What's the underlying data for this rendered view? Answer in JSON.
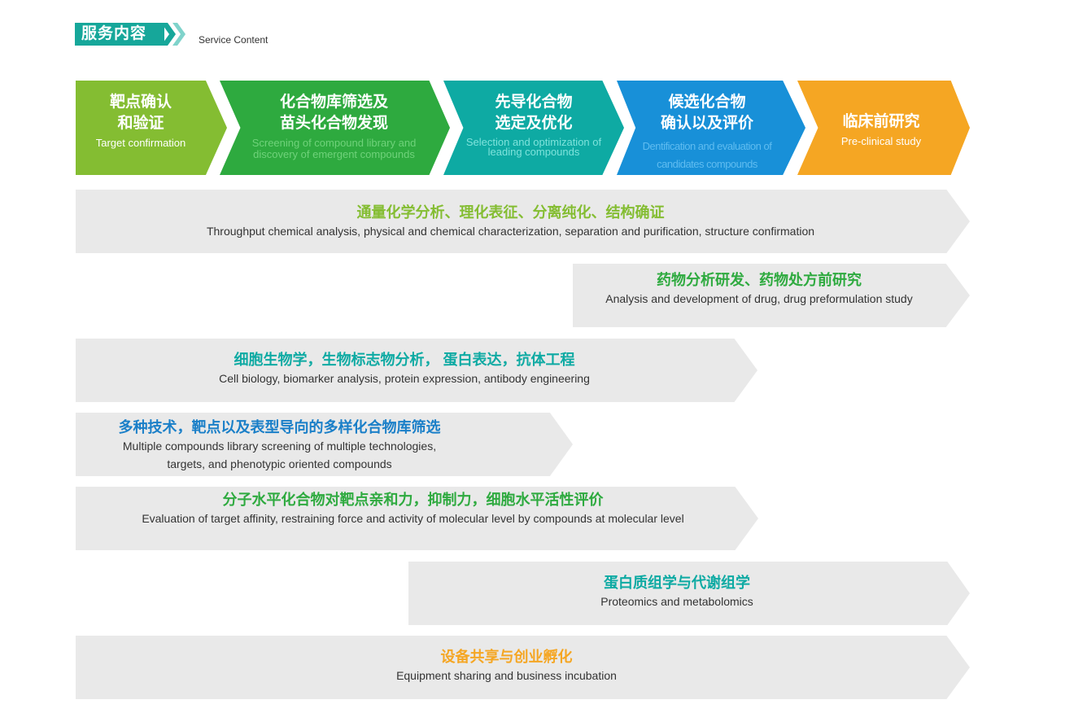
{
  "header": {
    "title": "服务内容",
    "subtitle": "Service Content"
  },
  "colors": {
    "teal": "#16a79a",
    "lime": "#84bd32",
    "green": "#2eaa3f",
    "cyan": "#0eaaa3",
    "blue": "#1890d8",
    "orange": "#f5a623",
    "bar_gray": "#e9e9e9"
  },
  "stages": [
    {
      "cn_line1": "靶点确认",
      "cn_line2": "和验证",
      "en": "Target confirmation"
    },
    {
      "cn_line1": "化合物库筛选及",
      "cn_line2": "苗头化合物发现",
      "en": "Screening of compound library and discovery of emergent compounds"
    },
    {
      "cn_line1": "先导化合物",
      "cn_line2": "选定及优化",
      "en": "Selection and optimization of leading compounds"
    },
    {
      "cn_line1": "候选化合物",
      "cn_line2": "确认以及评价",
      "en": "Dentification and evaluation of candidates compounds"
    },
    {
      "cn_line1": "临床前研究",
      "cn_line2": "",
      "en": "Pre-clinical study"
    }
  ],
  "bars": [
    {
      "cn": "通量化学分析、理化表征、分离纯化、结构确证",
      "en": "Throughput chemical analysis, physical and chemical characterization, separation and purification, structure confirmation",
      "color": "#84bd32"
    },
    {
      "cn": "药物分析研发、药物处方前研究",
      "en": "Analysis and development of drug, drug preformulation study",
      "color": "#2eaa3f"
    },
    {
      "cn": "细胞生物学，生物标志物分析， 蛋白表达，抗体工程",
      "en": "Cell biology, biomarker analysis, protein expression, antibody engineering",
      "color": "#0eaaa3"
    },
    {
      "cn": "多种技术，靶点以及表型导向的多样化合物库筛选",
      "en": "Multiple compounds library screening of multiple technologies, targets, and phenotypic oriented compounds",
      "color": "#1a7fc8"
    },
    {
      "cn": "分子水平化合物对靶点亲和力，抑制力，细胞水平活性评价",
      "en": "Evaluation of target affinity, restraining force and activity of molecular level by compounds at molecular level",
      "color": "#2eaa3f"
    },
    {
      "cn": "蛋白质组学与代谢组学",
      "en": "Proteomics and metabolomics",
      "color": "#0eaaa3"
    },
    {
      "cn": "设备共享与创业孵化",
      "en": "Equipment sharing and business incubation",
      "color": "#f5a623"
    }
  ]
}
